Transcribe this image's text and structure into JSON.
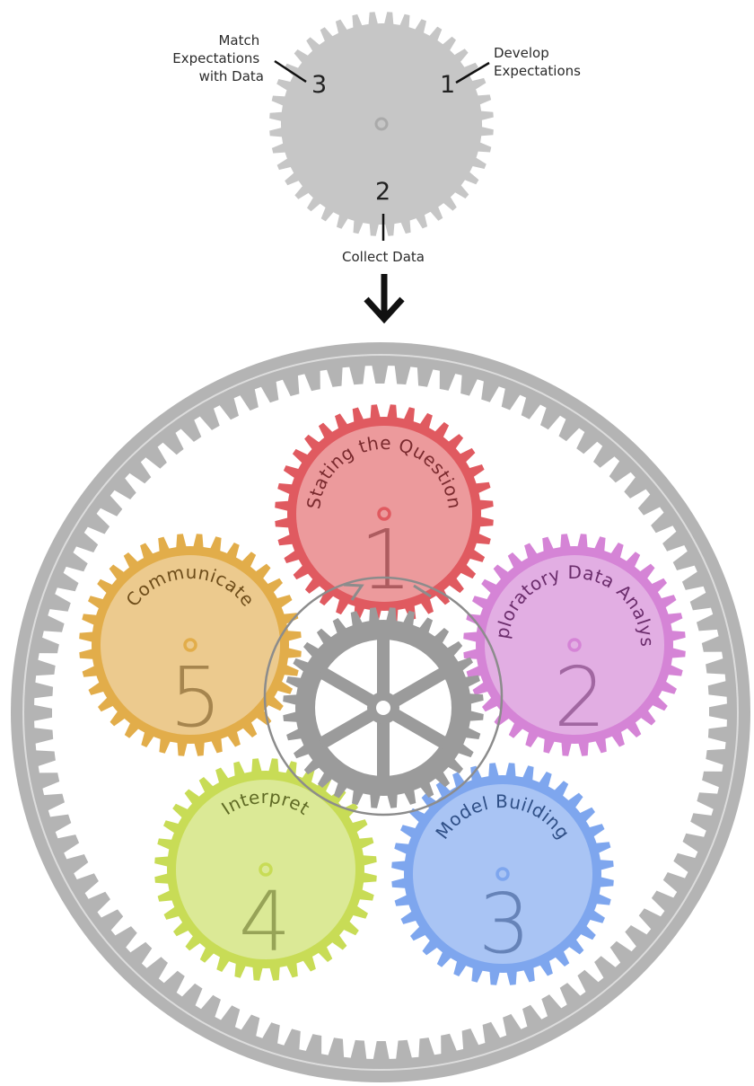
{
  "top_gear": {
    "color": "#c6c6c6",
    "steps": [
      {
        "number": "1",
        "label": "Develop\nExpectations"
      },
      {
        "number": "2",
        "label": "Collect Data"
      },
      {
        "number": "3",
        "label": "Match\nExpectations\nwith Data"
      }
    ]
  },
  "arrow": "down-arrow",
  "ring_color": "#b4b4b4",
  "center_gear_color": "#9b9b9b",
  "gears": [
    {
      "number": "1",
      "label": "Stating the Question",
      "color": "#e05a60",
      "fill": "#ec9a9c",
      "text_color": "#7a2a2e"
    },
    {
      "number": "2",
      "label": "Exploratory Data Analysis",
      "color": "#d584d6",
      "fill": "#e2aee3",
      "text_color": "#6b2d6c"
    },
    {
      "number": "3",
      "label": "Model Building",
      "color": "#7ea6ee",
      "fill": "#a9c4f4",
      "text_color": "#2f4f86"
    },
    {
      "number": "4",
      "label": "Interpret",
      "color": "#c8dc56",
      "fill": "#dbe996",
      "text_color": "#5f6a24"
    },
    {
      "number": "5",
      "label": "Communicate",
      "color": "#e2ad4a",
      "fill": "#ecca8e",
      "text_color": "#6e4d1a"
    }
  ]
}
